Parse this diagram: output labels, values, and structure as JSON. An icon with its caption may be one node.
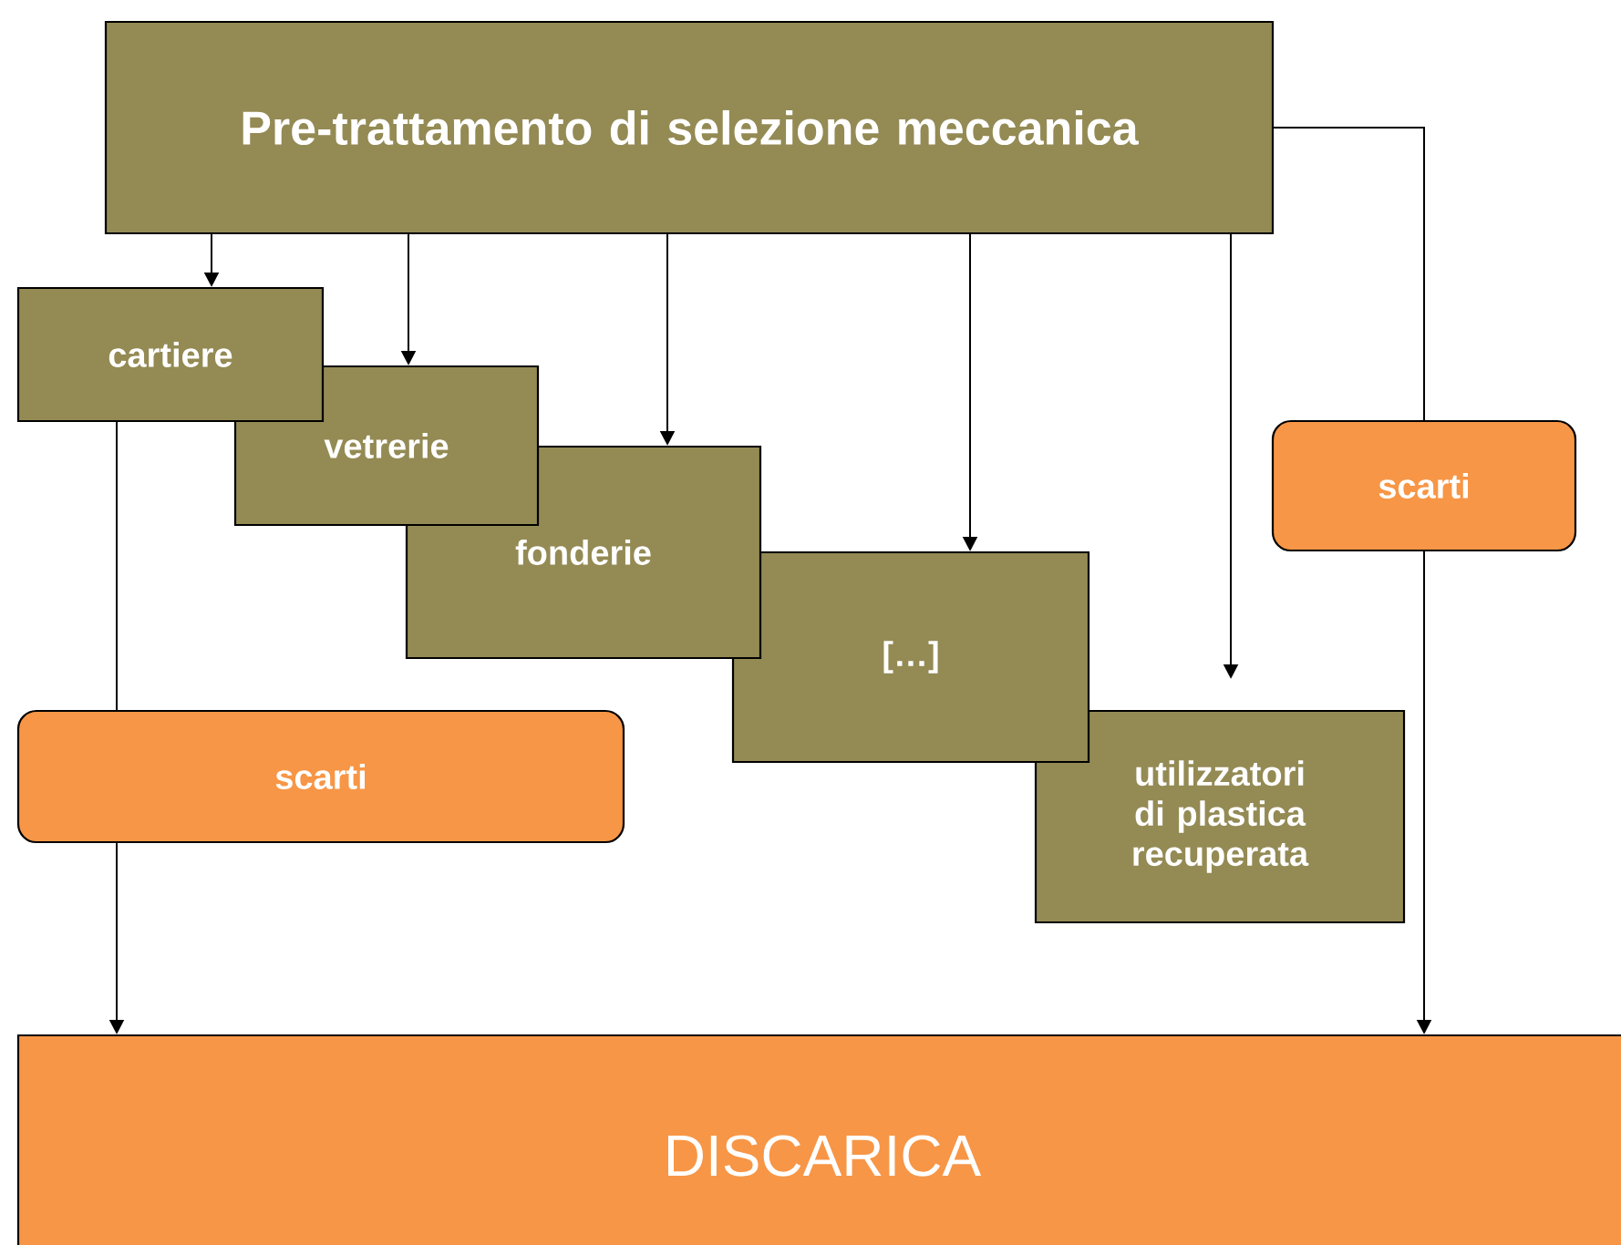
{
  "diagram": {
    "nodes": [
      {
        "text": [
          "Pre-trattamento di selezione meccanica"
        ]
      },
      {
        "text": [
          "cartiere"
        ]
      },
      {
        "text": [
          "vetrerie"
        ]
      },
      {
        "text": [
          "fonderie"
        ]
      },
      {
        "text": [
          "[…]"
        ]
      },
      {
        "text": [
          "utilizzatori di plastica recuperata"
        ]
      },
      {
        "text": [
          "scarti"
        ]
      },
      {
        "text": [
          "scarti"
        ]
      },
      {
        "text": [
          "DISCARICA"
        ]
      }
    ],
    "edges": [
      {
        "from": 0,
        "to": 1,
        "arrow": "to"
      },
      {
        "from": 0,
        "to": 2,
        "arrow": "to"
      },
      {
        "from": 0,
        "to": 3,
        "arrow": "to"
      },
      {
        "from": 0,
        "to": 4,
        "arrow": "to"
      },
      {
        "from": 0,
        "to": 5,
        "arrow": "to"
      },
      {
        "from": 0,
        "to": 6,
        "arrow": "none"
      },
      {
        "from": 1,
        "to": 7,
        "arrow": "none"
      },
      {
        "from": 7,
        "to": 8,
        "arrow": "to"
      },
      {
        "from": 6,
        "to": 8,
        "arrow": "to"
      }
    ]
  }
}
